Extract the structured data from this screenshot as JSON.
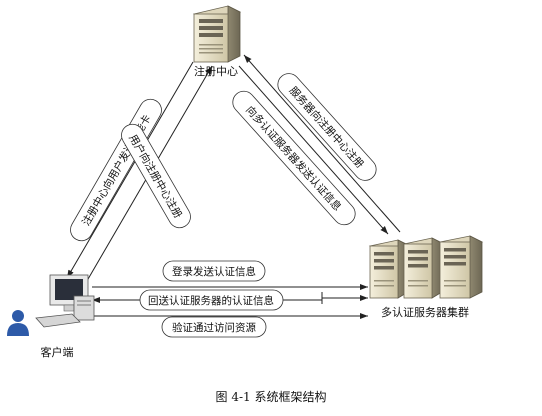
{
  "nodes": {
    "registry_label": "注册中心",
    "client_label": "客户端",
    "servers_label": "多认证服务器集群"
  },
  "edges": {
    "registry_to_user": "注册中心向用户发送智能卡",
    "user_to_registry": "用户向注册中心注册",
    "servers_to_registry": "服务器向注册中心注册",
    "registry_to_servers": "向多认证服务器发送认证信息",
    "login": "登录发送认证信息",
    "return_auth": "回送认证服务器的认证信息",
    "access": "验证通过访问资源"
  },
  "caption": "图 4-1  系统框架结构"
}
